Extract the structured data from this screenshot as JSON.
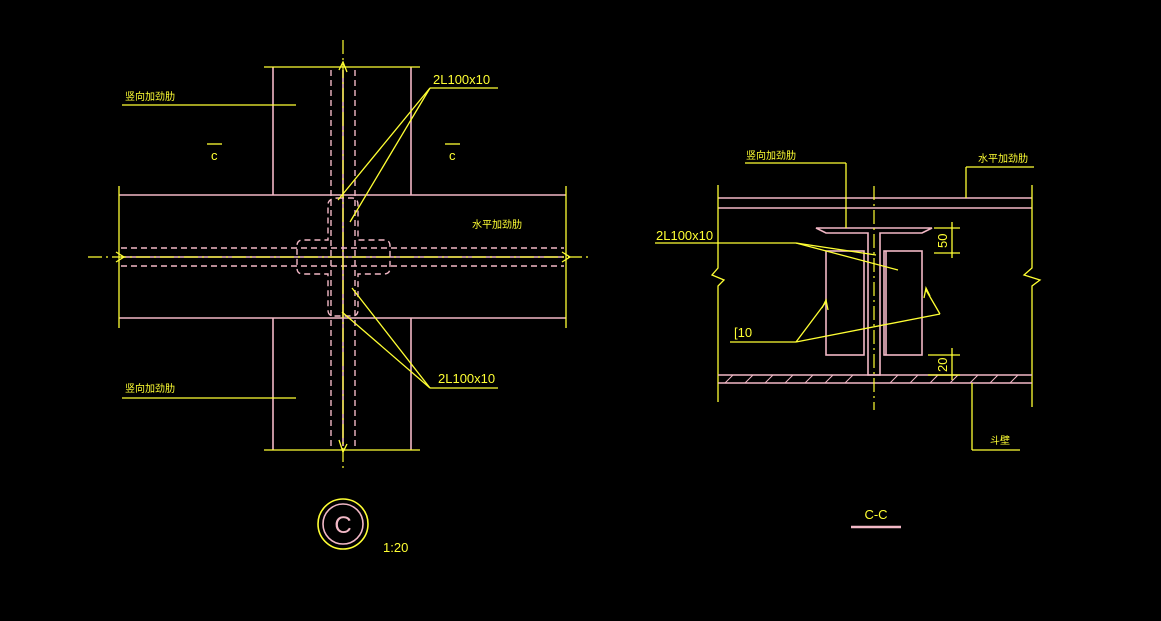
{
  "plan_view": {
    "vertical_stiffener_label_top": "竖向加劲肋",
    "vertical_stiffener_label_bottom": "竖向加劲肋",
    "horizontal_stiffener_label": "水平加劲肋",
    "angle_label_top": "2L100x10",
    "angle_label_bottom": "2L100x10",
    "section_mark_left": "c",
    "section_mark_right": "c",
    "detail_id": "C",
    "scale": "1:20"
  },
  "section_view": {
    "vertical_stiffener_label": "竖向加劲肋",
    "horizontal_stiffener_label": "水平加劲肋",
    "angle_label": "2L100x10",
    "channel_label": "[10",
    "dim_top": "50",
    "dim_bottom": "20",
    "bottom_label": "斗壁",
    "title": "C-C"
  },
  "colors": {
    "background": "#000000",
    "line_yellow": "#ffff33",
    "line_pink": "#f2b8c6"
  }
}
